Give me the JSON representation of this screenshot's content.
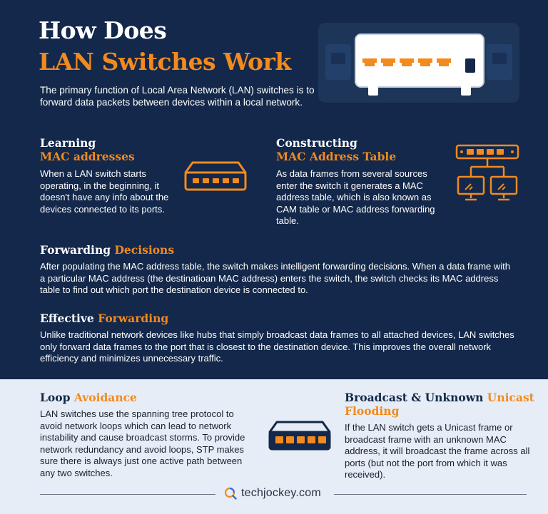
{
  "header": {
    "title_line1": "How Does",
    "title_line2": "LAN Switches Work",
    "intro": "The primary function of Local Area Network (LAN) switches is to forward data packets between devices within a local network."
  },
  "learning": {
    "title1": "Learning",
    "title2": "MAC addresses",
    "body": "When a LAN switch starts operating, in the beginning, it doesn't have any info about the devices connected to its ports."
  },
  "constructing": {
    "title1": "Constructing",
    "title2": "MAC Address Table",
    "body": "As data frames from several sources enter the switch  it generates a MAC address table, which is also known as CAM table or MAC address forwarding table."
  },
  "forwarding": {
    "title_a": "Forwarding",
    "title_b": "Decisions",
    "body": "After populating the MAC address table, the switch makes intelligent forwarding decisions. When a data frame with a particular MAC address (the destinatioan MAC address) enters the switch, the switch checks its MAC address table to find out which port the destination device is connected to."
  },
  "effective": {
    "title_a": "Effective",
    "title_b": "Forwarding",
    "body": "Unlike traditional network devices like hubs that simply broadcast data frames to all attached devices, LAN switches only forward data frames to the port that is closest to the destination device. This improves the overall network efficiency and minimizes unnecessary traffic."
  },
  "loop": {
    "title_a": "Loop",
    "title_b": "Avoidance",
    "body": "LAN switches use the spanning tree protocol to avoid network loops which can lead to network instability and cause broadcast storms. To provide network redundancy and avoid loops, STP makes sure there is always just one active path between any two switches."
  },
  "broadcast": {
    "title_a": "Broadcast & Unknown",
    "title_b": "Unicast",
    "title_c": "Flooding",
    "body": "If the LAN switch gets a Unicast frame or broadcast frame with an unknown MAC address, it will broadcast the frame across all ports (but not the port from which it was received)."
  },
  "footer": {
    "brand": "techjockey.com"
  },
  "colors": {
    "navy": "#13284a",
    "orange": "#f28a1e",
    "light": "#e6edf6"
  },
  "icons": [
    "network-switch-icon",
    "switch-with-computers-icon",
    "techjockey-logo-icon"
  ]
}
